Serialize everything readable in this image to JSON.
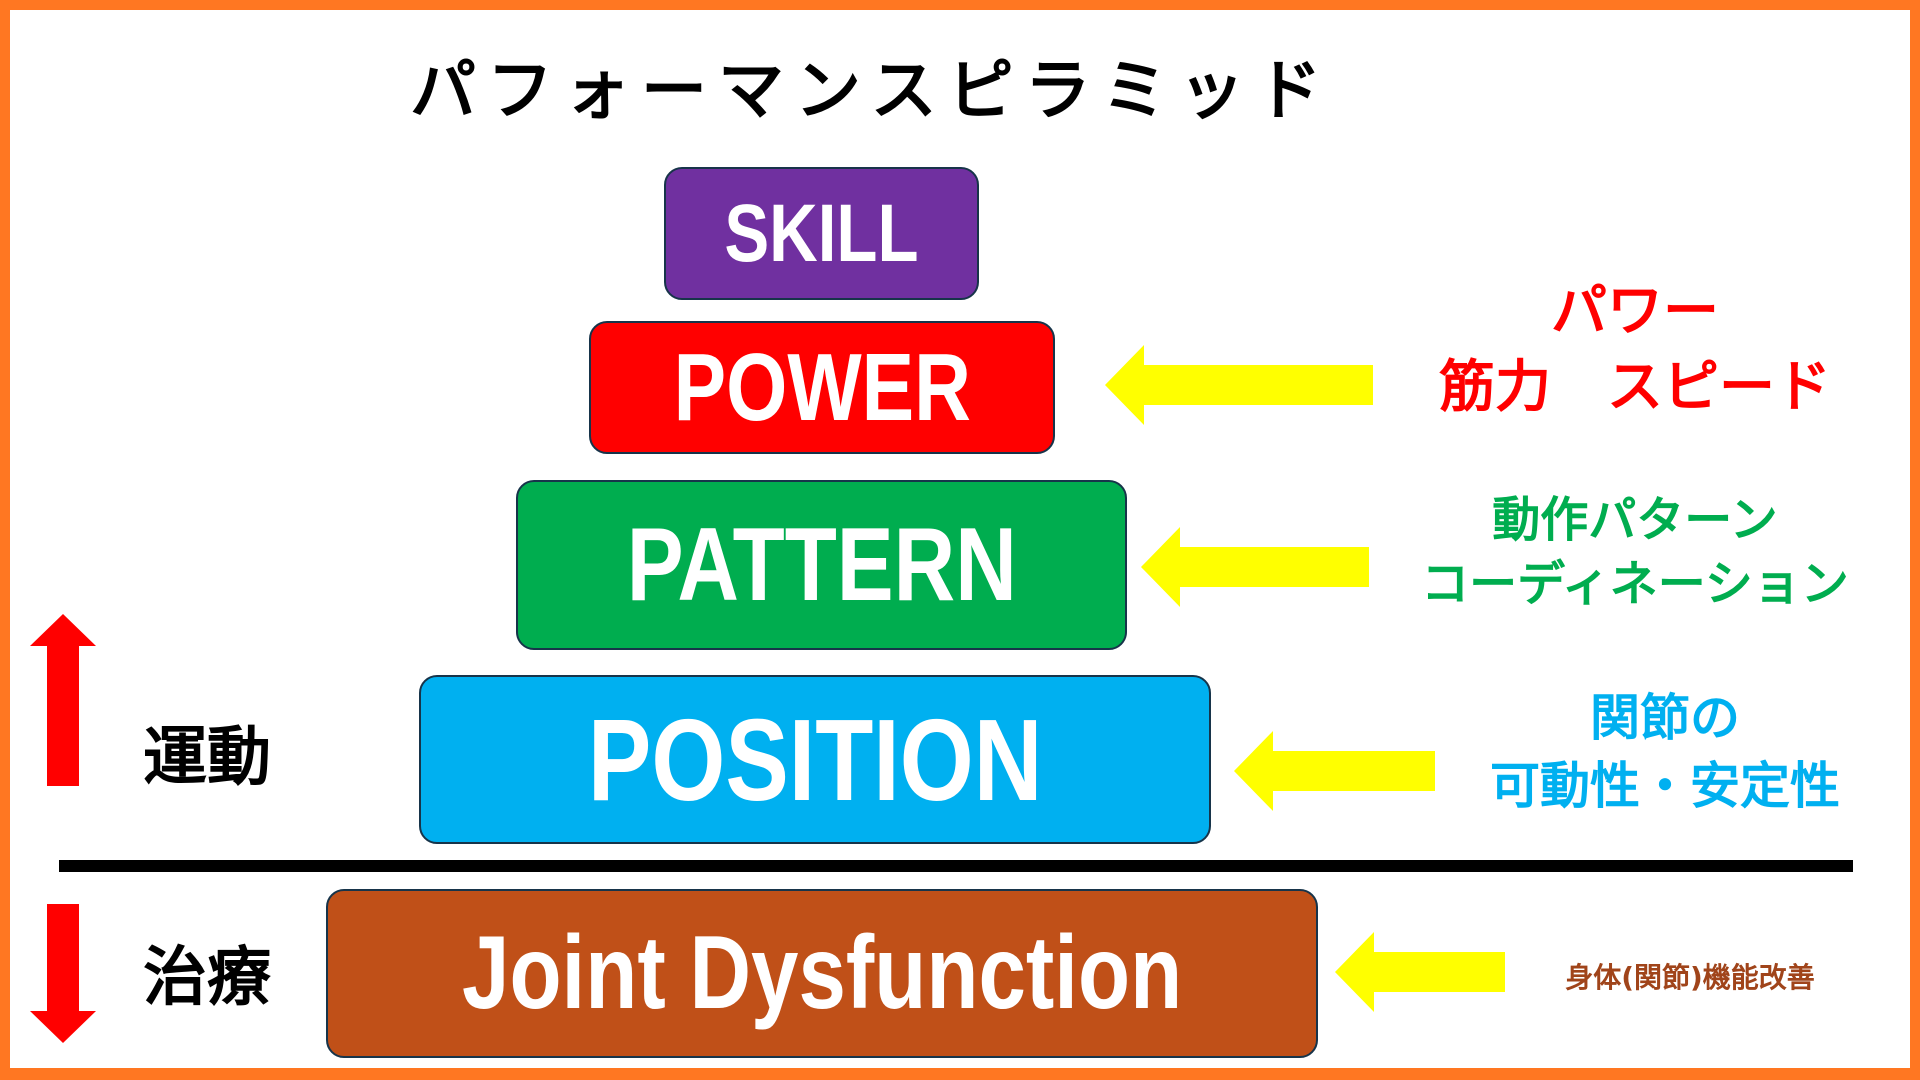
{
  "title": "パフォーマンスピラミッド",
  "colors": {
    "frame": "#FF7722",
    "arrow_yellow": "#FFFF00",
    "arrow_red": "#FF0000",
    "divider": "#000000"
  },
  "tiers": [
    {
      "id": "skill",
      "label": "SKILL",
      "color": "#7030A0"
    },
    {
      "id": "power",
      "label": "POWER",
      "color": "#FF0000"
    },
    {
      "id": "pattern",
      "label": "PATTERN",
      "color": "#00AD4F"
    },
    {
      "id": "position",
      "label": "POSITION",
      "color": "#00B0F0"
    },
    {
      "id": "joint",
      "label": "Joint Dysfunction",
      "color": "#C05018"
    }
  ],
  "descriptions": {
    "power": {
      "lines": [
        "パワー",
        "筋力　スピード"
      ],
      "color": "#FF0000"
    },
    "pattern": {
      "lines": [
        "動作パターン",
        "コーディネーション"
      ],
      "color": "#00AD4F"
    },
    "position": {
      "lines": [
        "関節の",
        "可動性・安定性"
      ],
      "color": "#00B0F0"
    },
    "joint": {
      "lines": [
        "身体(関節)機能改善"
      ],
      "color": "#A0441A"
    }
  },
  "side_labels": {
    "exercise": {
      "label": "運動",
      "arrow": "up-arrow-icon"
    },
    "treatment": {
      "label": "治療",
      "arrow": "down-arrow-icon"
    }
  }
}
